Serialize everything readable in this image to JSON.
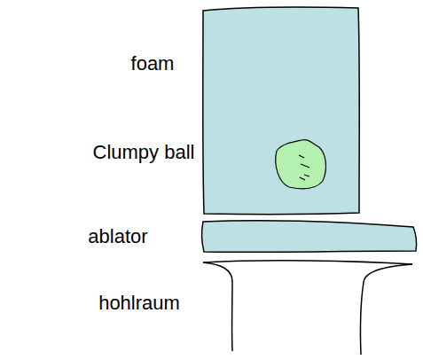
{
  "diagram": {
    "labels": [
      "foam",
      "Clumpy ball",
      "ablator",
      "hohlraum"
    ]
  }
}
